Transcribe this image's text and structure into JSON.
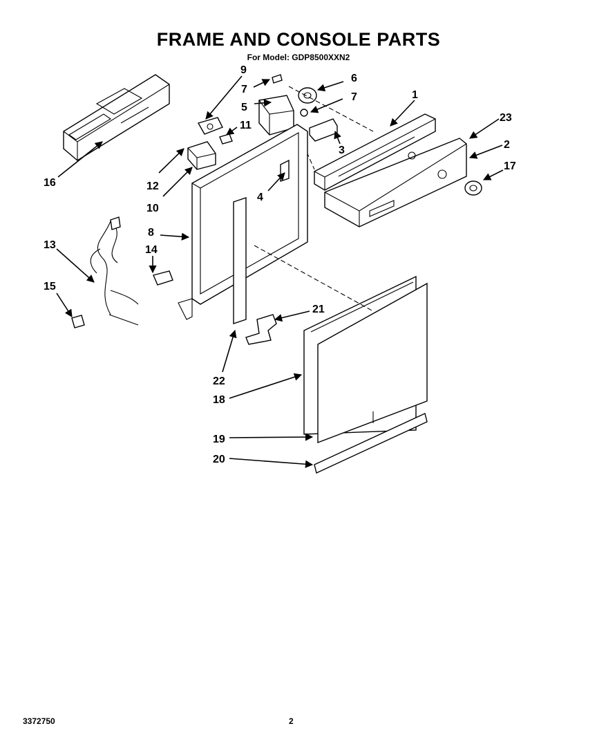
{
  "header": {
    "title": "FRAME AND CONSOLE PARTS",
    "subtitle": "For Model: GDP8500XXN2"
  },
  "footer": {
    "doc_number": "3372750",
    "page_number": "2"
  },
  "callouts": [
    {
      "id": "c1",
      "label": "1"
    },
    {
      "id": "c2",
      "label": "2"
    },
    {
      "id": "c3",
      "label": "3"
    },
    {
      "id": "c4",
      "label": "4"
    },
    {
      "id": "c5",
      "label": "5"
    },
    {
      "id": "c6",
      "label": "6"
    },
    {
      "id": "c7a",
      "label": "7"
    },
    {
      "id": "c7b",
      "label": "7"
    },
    {
      "id": "c8",
      "label": "8"
    },
    {
      "id": "c9",
      "label": "9"
    },
    {
      "id": "c10",
      "label": "10"
    },
    {
      "id": "c11",
      "label": "11"
    },
    {
      "id": "c12",
      "label": "12"
    },
    {
      "id": "c13",
      "label": "13"
    },
    {
      "id": "c14",
      "label": "14"
    },
    {
      "id": "c15",
      "label": "15"
    },
    {
      "id": "c16",
      "label": "16"
    },
    {
      "id": "c17",
      "label": "17"
    },
    {
      "id": "c18",
      "label": "18"
    },
    {
      "id": "c19",
      "label": "19"
    },
    {
      "id": "c20",
      "label": "20"
    },
    {
      "id": "c21",
      "label": "21"
    },
    {
      "id": "c22",
      "label": "22"
    },
    {
      "id": "c23",
      "label": "23"
    }
  ]
}
